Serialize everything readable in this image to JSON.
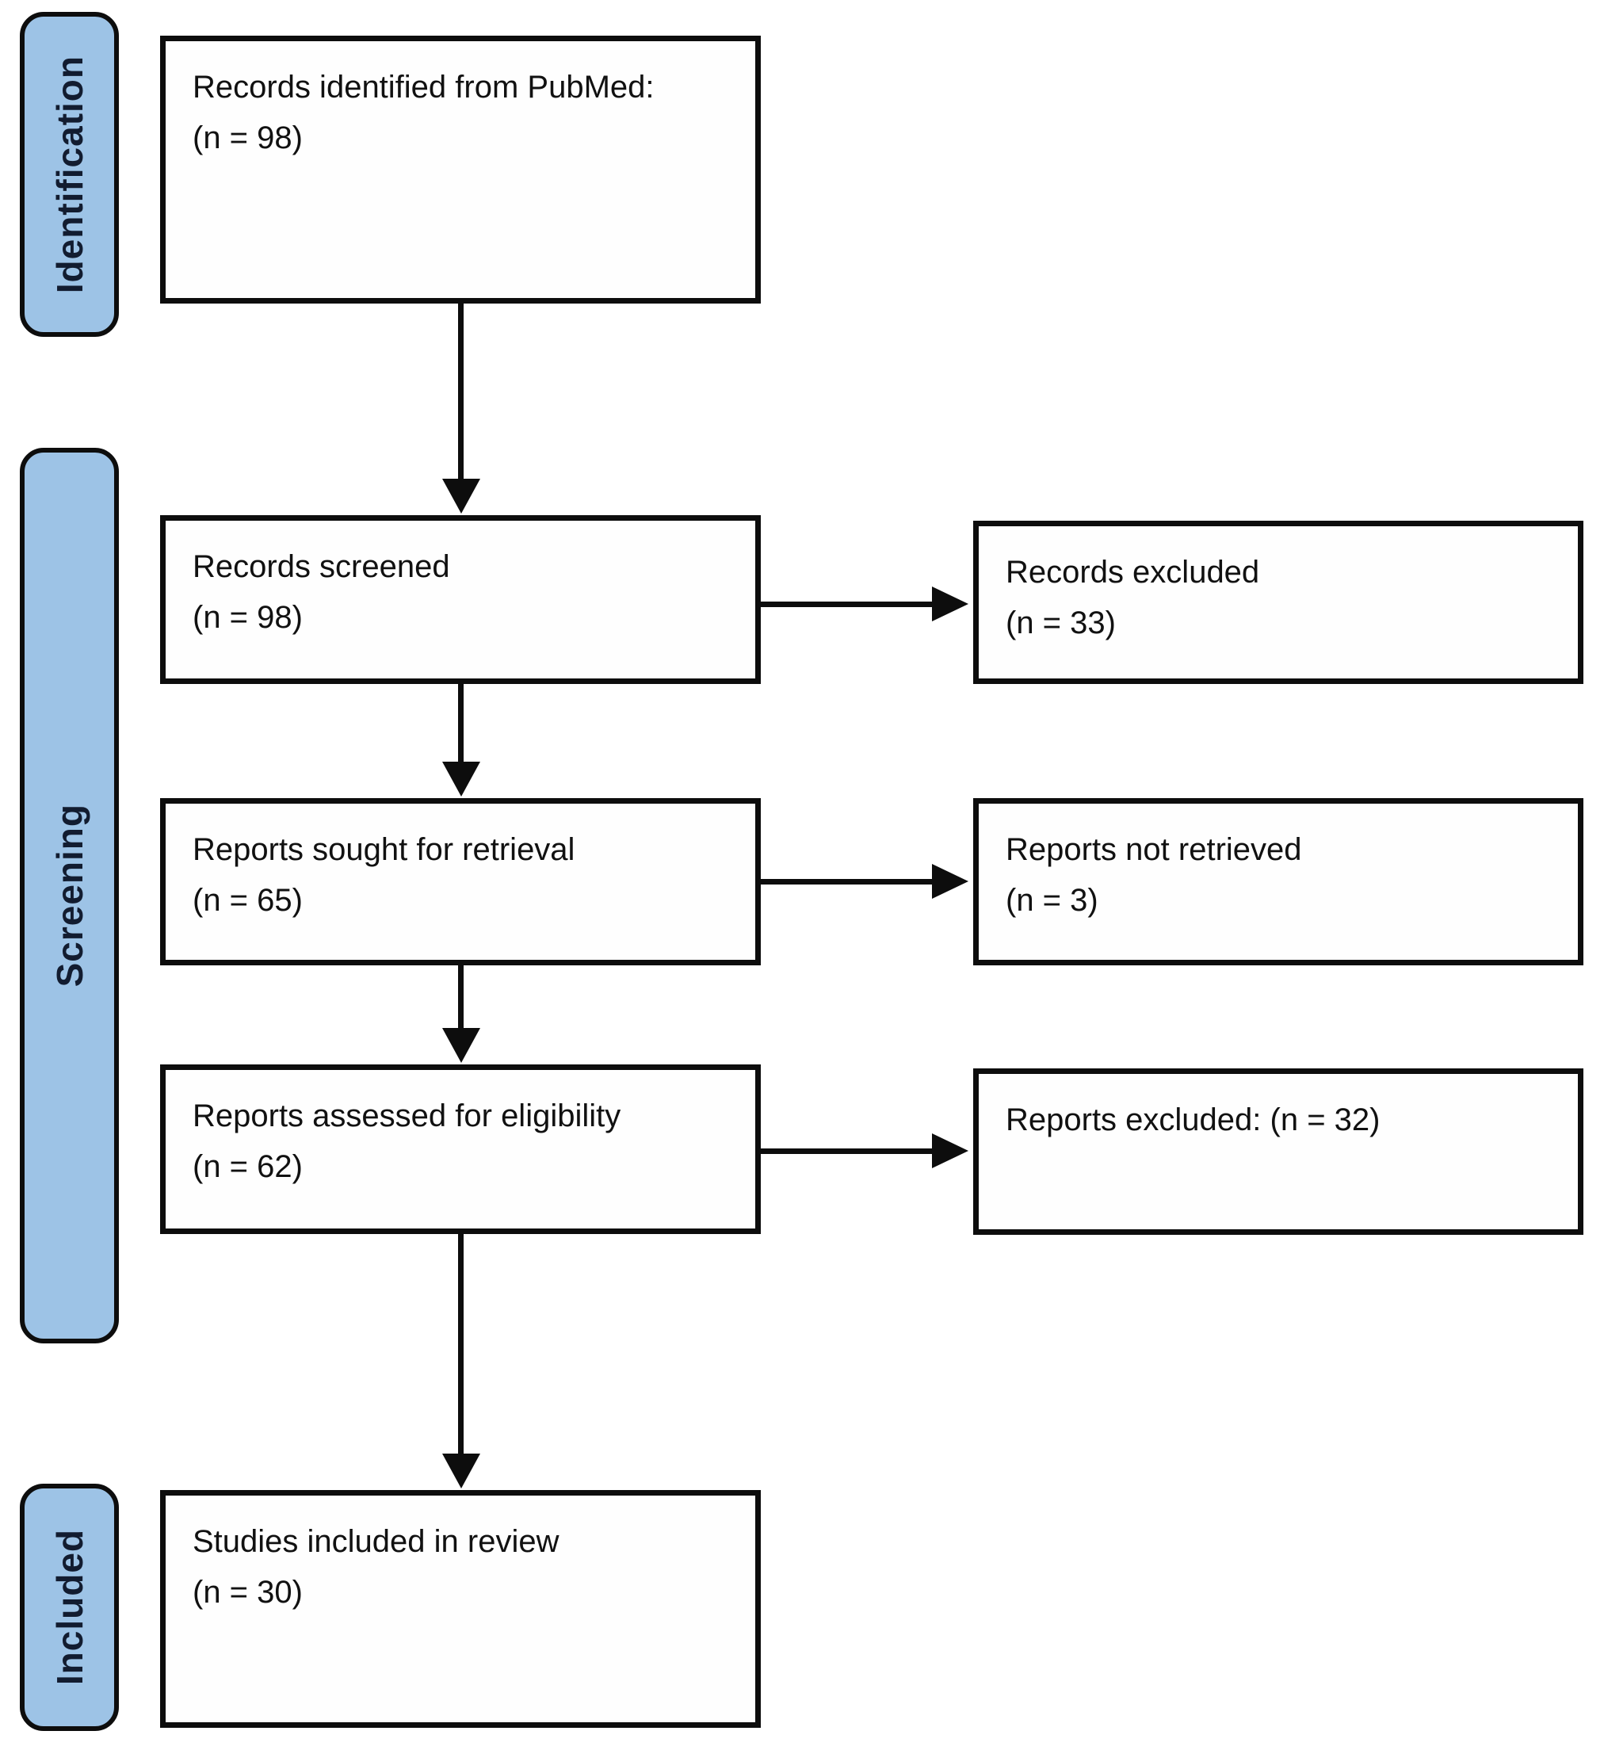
{
  "figure": {
    "type": "prisma-flow-diagram",
    "stages": [
      {
        "id": "identification",
        "label": "Identification"
      },
      {
        "id": "screening",
        "label": "Screening"
      },
      {
        "id": "included",
        "label": "Included"
      }
    ],
    "boxes": {
      "identified": {
        "line1": "Records identified from PubMed:",
        "line2": "(n = 98)"
      },
      "screened": {
        "line1": "Records screened",
        "line2": "(n = 98)"
      },
      "records_excluded": {
        "line1": "Records excluded",
        "line2": "(n = 33)"
      },
      "sought": {
        "line1": "Reports sought for retrieval",
        "line2": "(n = 65)"
      },
      "not_retrieved": {
        "line1": "Reports not retrieved",
        "line2": "(n = 3)"
      },
      "assessed": {
        "line1": "Reports assessed for eligibility",
        "line2": "(n = 62)"
      },
      "reports_excluded": {
        "line1": "Reports excluded: (n = 32)"
      },
      "included_studies": {
        "line1": "Studies included in review",
        "line2": "(n = 30)"
      }
    },
    "counts": {
      "identified": 98,
      "screened": 98,
      "records_excluded": 33,
      "sought": 65,
      "not_retrieved": 3,
      "assessed": 62,
      "reports_excluded": 32,
      "included_studies": 30
    }
  },
  "theme": {
    "stage_fill": "#9dc3e6",
    "stage_border": "#0d0d0d",
    "stage_text": "#121c30",
    "line_color": "#0d0d0d",
    "box_border": "#0d0d0d",
    "text_color": "#111111",
    "bg": "#ffffff"
  }
}
